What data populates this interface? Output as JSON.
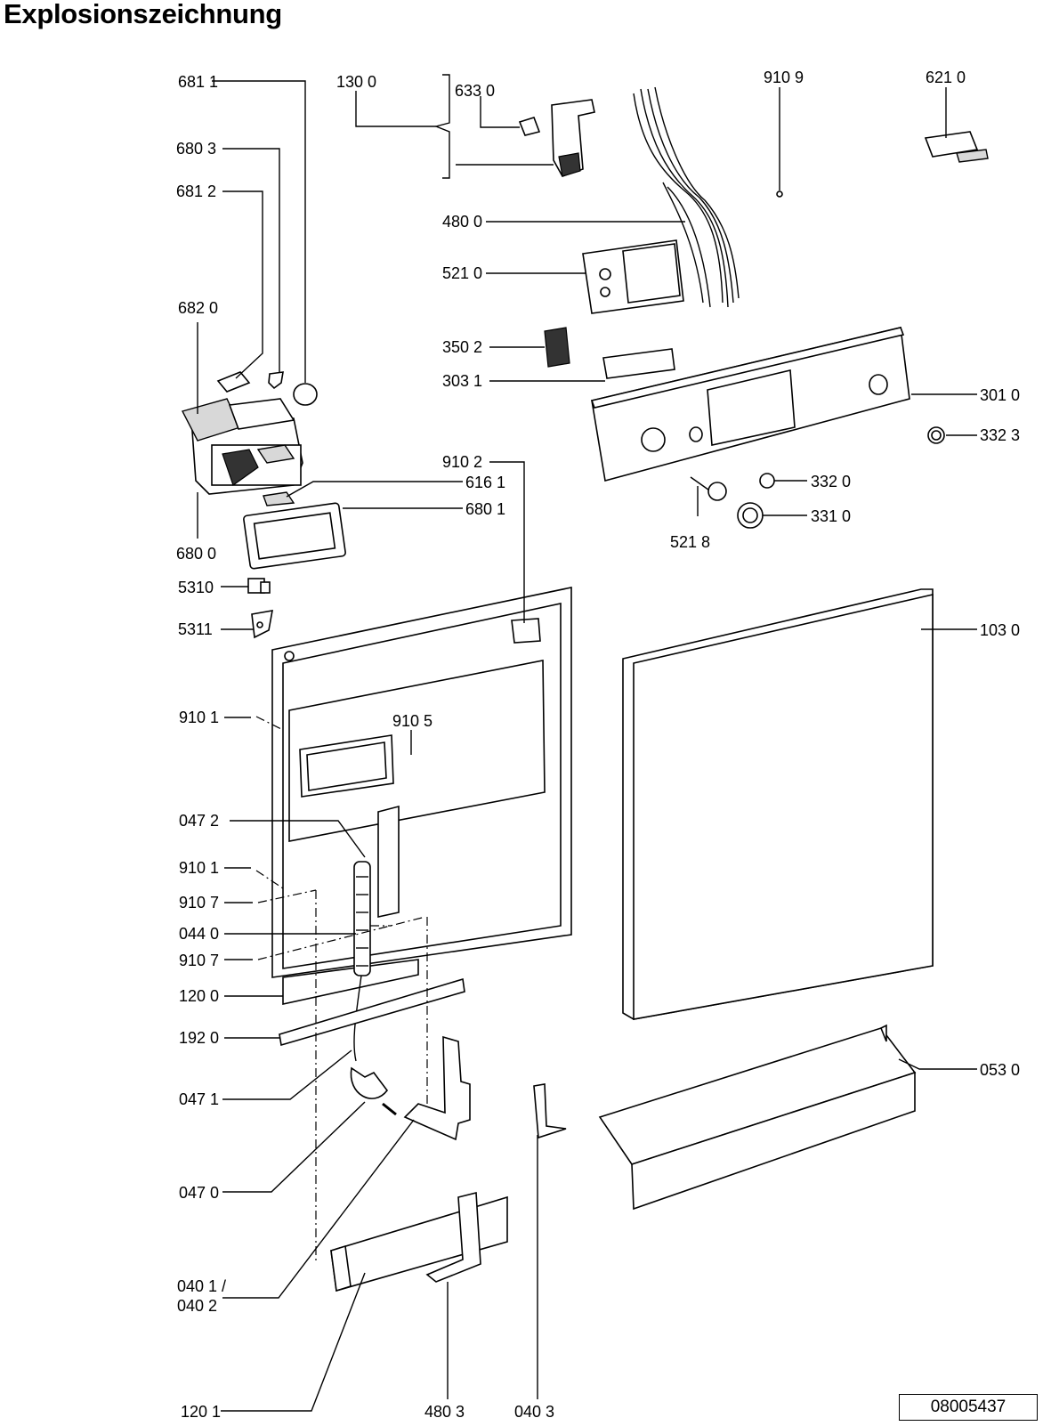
{
  "title": "Explosionszeichnung",
  "document_number": "08005437",
  "labels": {
    "p6811": "681 1",
    "p6803": "680 3",
    "p6812": "681 2",
    "p6820": "682 0",
    "p6800": "680 0",
    "p5310": "5310",
    "p5311": "5311",
    "p9101a": "910 1",
    "p9105": "910 5",
    "p0472": "047 2",
    "p9101b": "910 1",
    "p9107a": "910 7",
    "p0440": "044 0",
    "p9107b": "910 7",
    "p1200": "120 0",
    "p1920": "192 0",
    "p0471": "047 1",
    "p0470": "047 0",
    "p0401": "040 1 /",
    "p0402": "040 2",
    "p1201": "120 1",
    "p4803": "480 3",
    "p0403": "040 3",
    "p1300": "130 0",
    "p6330": "633 0",
    "p4800": "480 0",
    "p5210": "521 0",
    "p3502": "350 2",
    "p3031": "303 1",
    "p9102": "910 2",
    "p6161": "616 1",
    "p6801": "680 1",
    "p9109": "910 9",
    "p6210": "621 0",
    "p3010": "301 0",
    "p3323": "332 3",
    "p3320": "332 0",
    "p3310": "331 0",
    "p5218": "521 8",
    "p1030": "103 0",
    "p0530": "053 0"
  }
}
